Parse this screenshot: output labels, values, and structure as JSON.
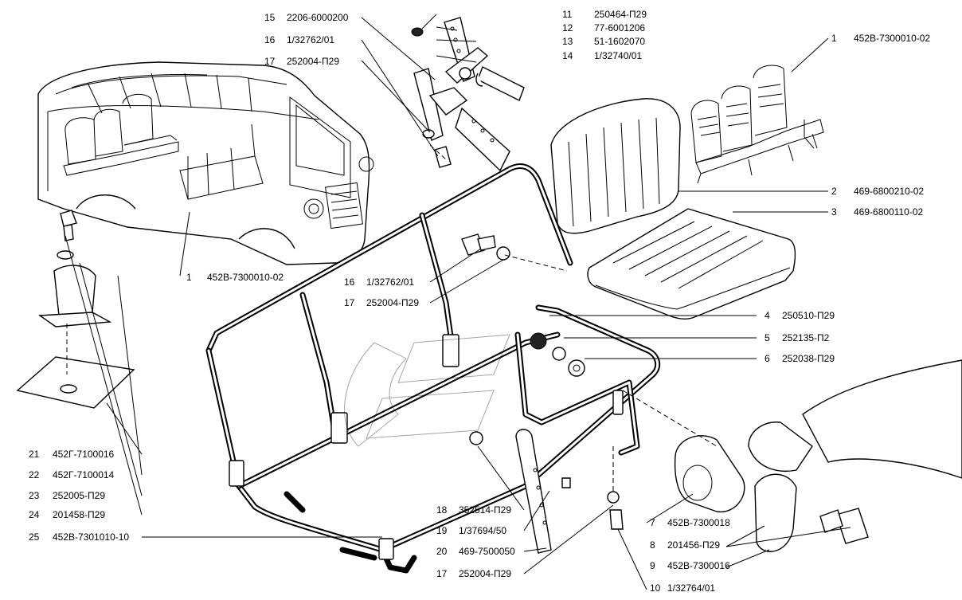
{
  "callouts": [
    {
      "n": "11",
      "code": "250464-П29"
    },
    {
      "n": "12",
      "code": "77-6001206"
    },
    {
      "n": "13",
      "code": "51-1602070"
    },
    {
      "n": "14",
      "code": "1/32740/01"
    },
    {
      "n": "15",
      "code": "2206-6000200"
    },
    {
      "n": "16",
      "code": "1/32762/01"
    },
    {
      "n": "17",
      "code": "252004-П29"
    },
    {
      "n": "1",
      "code": "452В-7300010-02"
    },
    {
      "n": "2",
      "code": "469-6800210-02"
    },
    {
      "n": "3",
      "code": "469-6800110-02"
    },
    {
      "n": "1",
      "code": "452В-7300010-02"
    },
    {
      "n": "16",
      "code": "1/32762/01"
    },
    {
      "n": "17",
      "code": "252004-П29"
    },
    {
      "n": "4",
      "code": "250510-П29"
    },
    {
      "n": "5",
      "code": "252135-П2"
    },
    {
      "n": "6",
      "code": "252038-П29"
    },
    {
      "n": "21",
      "code": "452Г-7100016"
    },
    {
      "n": "22",
      "code": "452Г-7100014"
    },
    {
      "n": "23",
      "code": "252005-П29"
    },
    {
      "n": "24",
      "code": "201458-П29"
    },
    {
      "n": "25",
      "code": "452В-7301010-10"
    },
    {
      "n": "18",
      "code": "352514-П29"
    },
    {
      "n": "19",
      "code": "1/37694/50"
    },
    {
      "n": "20",
      "code": "469-7500050"
    },
    {
      "n": "17",
      "code": "252004-П29"
    },
    {
      "n": "7",
      "code": "452В-7300018"
    },
    {
      "n": "8",
      "code": "201456-П29"
    },
    {
      "n": "9",
      "code": "452В-7300016"
    },
    {
      "n": "10",
      "code": "1/32764/01"
    }
  ]
}
